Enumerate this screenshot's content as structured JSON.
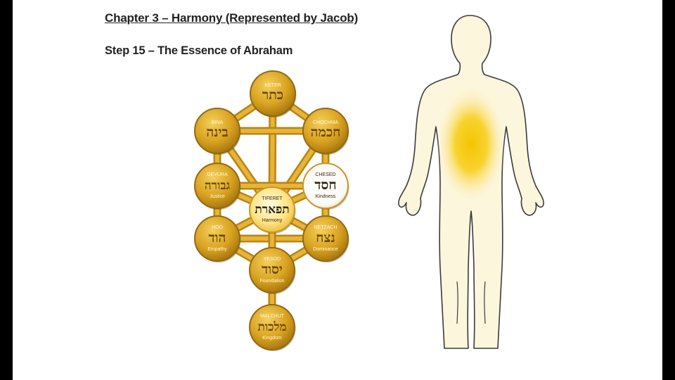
{
  "header": {
    "chapter_title": "Chapter 3 – Harmony (Represented by Jacob)",
    "step_title": "Step 15 – The Essence of Abraham"
  },
  "colors": {
    "background_frame": "#000000",
    "slide": "#ffffff",
    "gold_fill": "#d9a320",
    "gold_dark": "#9c6e0e",
    "gold_light": "#f7d36a",
    "highlight_white": "#ffffff",
    "tiferet_fill": "#fde58a",
    "body_fill": "#fcf6dc",
    "body_outline": "#3b3b3b",
    "glow": "#f5c400"
  },
  "tree": {
    "sefirot": [
      {
        "key": "keter",
        "name": "KETER",
        "hebrew": "כתר",
        "meaning": "",
        "style": "gold"
      },
      {
        "key": "bina",
        "name": "BINA",
        "hebrew": "בינה",
        "meaning": "",
        "style": "gold"
      },
      {
        "key": "chochma",
        "name": "CHOCHMA",
        "hebrew": "חכמה",
        "meaning": "",
        "style": "gold"
      },
      {
        "key": "gevura",
        "name": "GEVURA",
        "hebrew": "גבורה",
        "meaning": "Justice",
        "style": "gold"
      },
      {
        "key": "chesed",
        "name": "CHESED",
        "hebrew": "חסד",
        "meaning": "Kindness",
        "style": "white"
      },
      {
        "key": "tiferet",
        "name": "TIFERET",
        "hebrew": "תפארת",
        "meaning": "Harmony",
        "style": "light"
      },
      {
        "key": "hod",
        "name": "HOD",
        "hebrew": "הוד",
        "meaning": "Empathy",
        "style": "gold"
      },
      {
        "key": "netzach",
        "name": "NETZACH",
        "hebrew": "נצח",
        "meaning": "Dominance",
        "style": "gold"
      },
      {
        "key": "yesod",
        "name": "YESOD",
        "hebrew": "יסוד",
        "meaning": "Foundation",
        "style": "gold"
      },
      {
        "key": "malchut",
        "name": "MALCHUT",
        "hebrew": "מלכות",
        "meaning": "Kingdom",
        "style": "gold"
      }
    ],
    "paths": [
      [
        "keter",
        "bina"
      ],
      [
        "keter",
        "chochma"
      ],
      [
        "keter",
        "tiferet"
      ],
      [
        "bina",
        "chochma"
      ],
      [
        "bina",
        "gevura"
      ],
      [
        "chochma",
        "chesed"
      ],
      [
        "bina",
        "tiferet"
      ],
      [
        "chochma",
        "tiferet"
      ],
      [
        "gevura",
        "chesed"
      ],
      [
        "gevura",
        "tiferet"
      ],
      [
        "chesed",
        "tiferet"
      ],
      [
        "gevura",
        "hod"
      ],
      [
        "chesed",
        "netzach"
      ],
      [
        "hod",
        "tiferet"
      ],
      [
        "netzach",
        "tiferet"
      ],
      [
        "hod",
        "netzach"
      ],
      [
        "hod",
        "yesod"
      ],
      [
        "netzach",
        "yesod"
      ],
      [
        "tiferet",
        "yesod"
      ],
      [
        "yesod",
        "malchut"
      ]
    ]
  },
  "body_figure": {
    "glow_region": "torso-center"
  }
}
